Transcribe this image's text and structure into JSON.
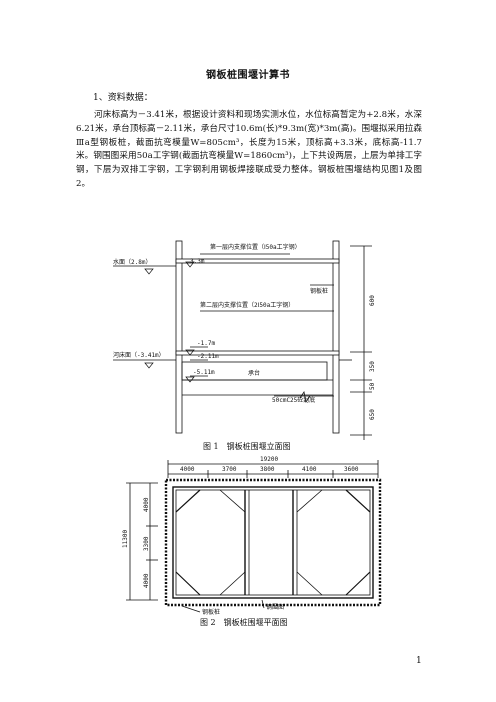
{
  "doc": {
    "title": "钢板桩围堰计算书",
    "section1": "1、资料数据：",
    "paragraph": "河床标高为－3.41米，根据设计资料和现场实测水位，水位标高暂定为+2.8米，水深6.21米，承台顶标高－2.11米，承台尺寸10.6m(长)*9.3m(宽)*3m(高)。围堰拟采用拉森Ⅲa型钢板桩，截面抗弯模量W=805cm³，长度为15米，顶标高+3.3米，底标高-11.7米。钢围图采用50a工字钢(截面抗弯模量W=1860cm³)，上下共设两层，上层为单排工字钢，下层为双排工字钢，工字钢利用钢板焊接联成受力整体。钢板桩围堰结构见图1及图2。",
    "page_number": "1"
  },
  "fig1": {
    "caption": "图 1　钢板桩围堰立面图",
    "label_first_brace": "第一层内支撑位置（Ⅰ50a工字钢）",
    "label_top_elev": "3.3m",
    "label_water": "水面（2.8m）",
    "label_sheet_pile": "钢板桩",
    "label_second_brace": "第二层内支撑位置（2Ⅰ50a工字钢）",
    "label_elev_17": "-1.7m",
    "label_elev_211": "-2.11m",
    "label_riverbed": "河床面（-3.41m）",
    "label_elev_511": "-5.11m",
    "label_cap": "承台",
    "label_seal": "50cmC25砼封底",
    "dim_600": "600",
    "dim_350": "350",
    "dim_50": "50",
    "dim_650": "650"
  },
  "fig2": {
    "caption": "图 2　钢板桩围堰平面图",
    "total_width": "19200",
    "dims_top": [
      "4000",
      "3700",
      "3800",
      "4100",
      "3600"
    ],
    "total_height": "11300",
    "dims_left": [
      "4000",
      "3300",
      "4000"
    ],
    "label_sheet_pile": "钢板桩",
    "label_frame": "钢围图"
  }
}
